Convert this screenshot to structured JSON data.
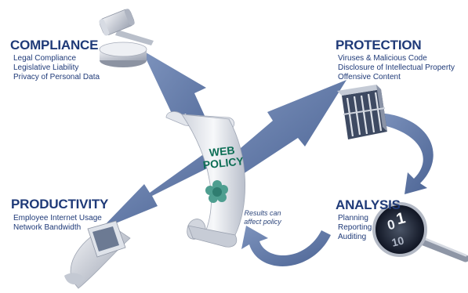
{
  "compliance": {
    "title": "COMPLIANCE",
    "items": [
      "Legal Compliance",
      "Legislative Liability",
      "Privacy of Personal Data"
    ]
  },
  "protection": {
    "title": "PROTECTION",
    "items": [
      "Viruses & Malicious Code",
      "Disclosure of Intellectual Property",
      "Offensive Content"
    ]
  },
  "productivity": {
    "title": "PRODUCTIVITY",
    "items": [
      "Employee Internet Usage",
      "Network Bandwidth"
    ]
  },
  "analysis": {
    "title": "ANALYSIS",
    "items": [
      "Planning",
      "Reporting",
      "Auditing"
    ]
  },
  "center": {
    "line1": "WEB",
    "line2": "POLICY"
  },
  "feedback_note": {
    "line1": "Results can",
    "line2": "affect policy"
  },
  "icons": {
    "compliance": "gavel-icon",
    "protection": "jail-cell-icon",
    "productivity": "computer-terminal-icon",
    "analysis": "magnifying-glass-binary-icon",
    "center": "scroll-icon"
  },
  "colors": {
    "heading": "#1f3a78",
    "arrow": "#5b74a4",
    "policy_text": "#0d6e55",
    "emblem": "#4e9e90"
  }
}
